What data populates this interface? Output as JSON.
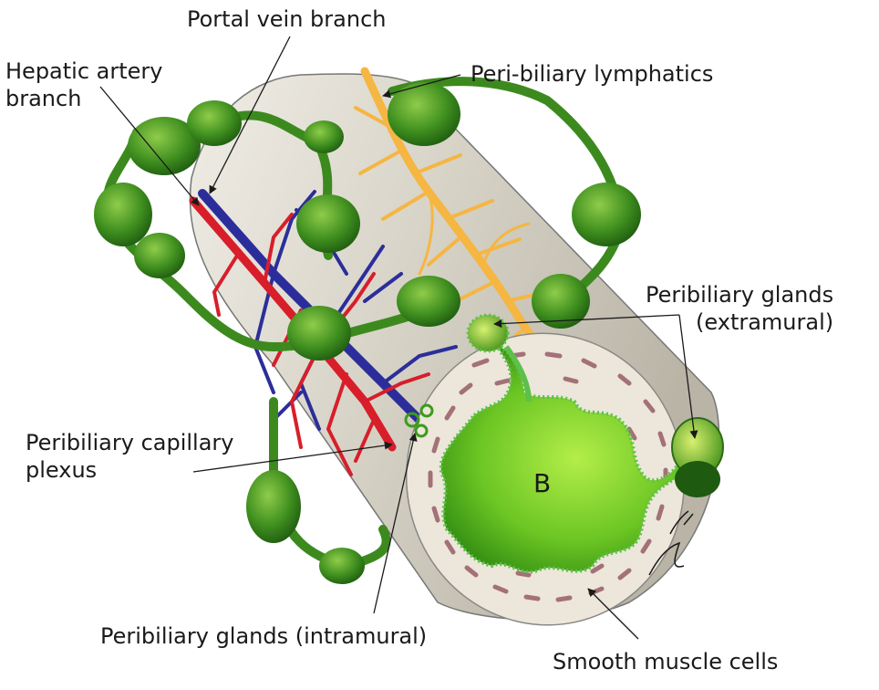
{
  "labels": {
    "portal_vein": "Portal vein branch",
    "hepatic_artery_line1": "Hepatic artery",
    "hepatic_artery_line2": "branch",
    "lymphatics": "Peri-biliary lymphatics",
    "glands_extramural_line1": "Peribiliary glands",
    "glands_extramural_line2": "(extramural)",
    "capillary_line1": "Peribiliary capillary",
    "capillary_line2": "plexus",
    "glands_intramural": "Peribiliary glands (intramural)",
    "smooth_muscle": "Smooth muscle cells",
    "lumen": "B"
  },
  "colors": {
    "duct_wall": "#d8d4c8",
    "duct_section": "#ede6da",
    "lumen": "#6cc623",
    "lymphatic_green": "#3c8a1e",
    "artery_red": "#d81e2a",
    "vein_blue": "#2b2e9a",
    "lymph_vessel_orange": "#f5b642",
    "muscle_cells": "#a37178"
  }
}
